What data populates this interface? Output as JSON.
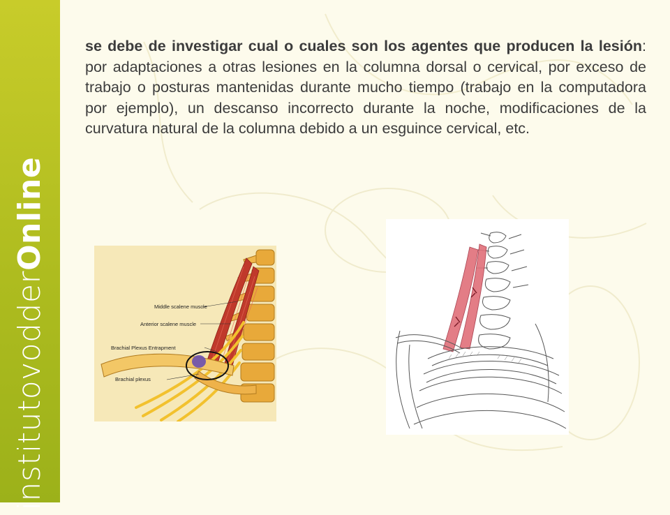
{
  "sidebar": {
    "brand_light": "institutovodder",
    "brand_bold": "Online"
  },
  "content": {
    "bold_lead": "se debe de investigar cual o cuales son los agentes que producen la lesión",
    "body_rest": ": por adaptaciones a otras lesiones en la columna dorsal o cervical, por exceso de trabajo o posturas mantenidas durante mucho tiempo (trabajo en la computadora por ejemplo), un descanso incorrecto durante la noche, modificaciones de la curvatura natural de la columna debido a un esguince cervical, etc."
  },
  "figure_left": {
    "labels": {
      "middle_scalene": "Middle scalene muscle",
      "anterior_scalene": "Anterior scalene muscle",
      "entrapment": "Brachial Plexus Entrapment",
      "brachial_plexus": "Brachial plexus"
    }
  },
  "colors": {
    "sidebar_green": "#aebc1f",
    "muscle_red": "#c0392b",
    "nerve_yellow": "#f2c12e",
    "bone": "#e8a93a",
    "sketch_muscle": "#e0707a"
  }
}
